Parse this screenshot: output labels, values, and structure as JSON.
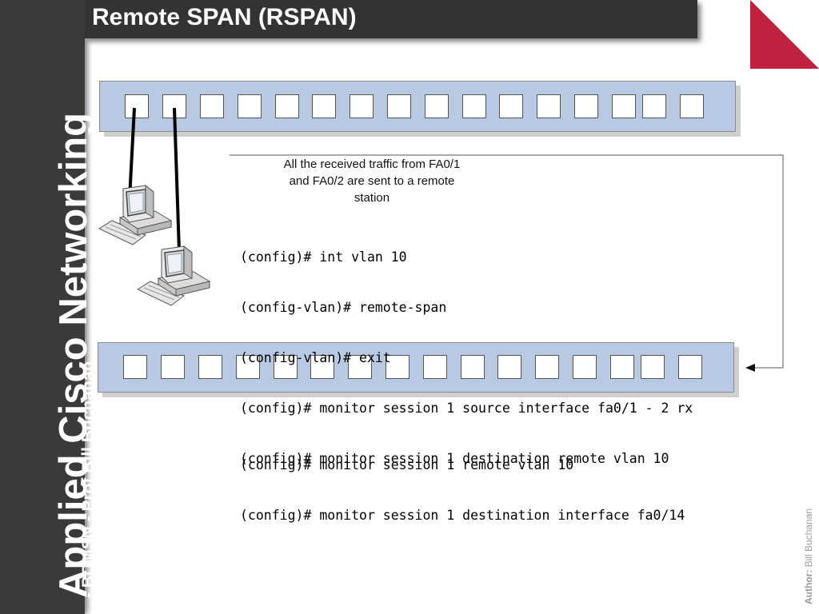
{
  "sidebar": {
    "title": "Applied Cisco Networking",
    "subtitle": "- BCMSN - Prof Bill Buchanan"
  },
  "header": {
    "title": "Remote SPAN (RSPAN)"
  },
  "annotation": {
    "lines": [
      "All the received traffic from FA0/1",
      "and FA0/2 are sent to a remote",
      "station"
    ]
  },
  "config_source": {
    "lines": [
      "(config)# int vlan 10",
      "(config-vlan)# remote-span",
      "(config-vlan)# exit",
      "(config)# monitor session 1 source interface fa0/1 - 2 rx",
      "(config)# monitor session 1 destination remote vlan 10"
    ]
  },
  "config_destination": {
    "lines": [
      "(config)# monitor session 1 remote vlan 10",
      "(config)# monitor session 1 destination interface fa0/14"
    ]
  },
  "footer": {
    "author_label": "Author:",
    "author_name": "Bill Buchanan"
  },
  "colors": {
    "sidebar": "#3a3a3a",
    "title_bar": "#333333",
    "accent_triangle": "#c0213f",
    "switch_body": "#b7c9e3"
  },
  "icons": {
    "computer": "desktop-computer-icon",
    "arrow": "arrow-left-icon"
  }
}
